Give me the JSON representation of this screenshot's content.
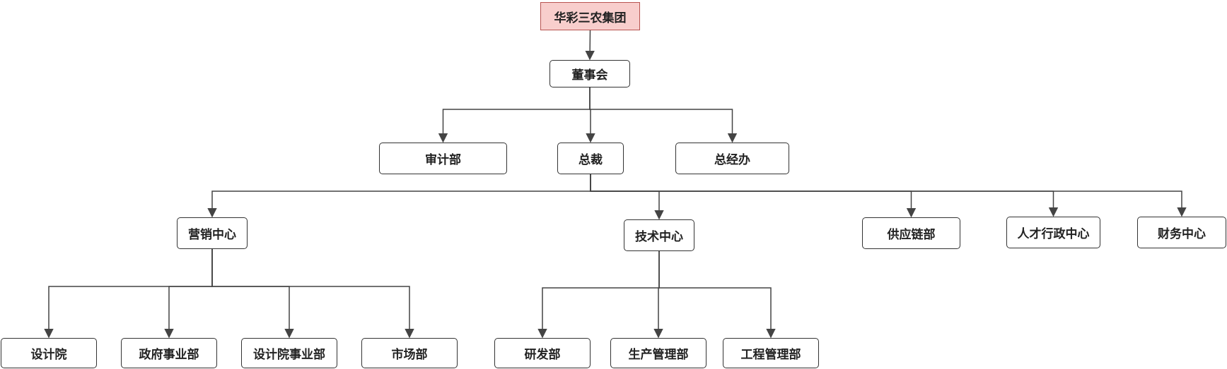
{
  "colors": {
    "root_fill": "#f8cecc",
    "root_border": "#b85450",
    "node_border": "#333333",
    "line": "#444444"
  },
  "nodes": {
    "group": "华彩三农集团",
    "board": "董事会",
    "audit": "审计部",
    "ceo": "总裁",
    "gm_office": "总经办",
    "marketing": "营销中心",
    "tech": "技术中心",
    "supply": "供应链部",
    "hr_admin": "人才行政中心",
    "finance": "财务中心",
    "design_inst": "设计院",
    "gov_biz": "政府事业部",
    "design_biz": "设计院事业部",
    "market": "市场部",
    "rd": "研发部",
    "production": "生产管理部",
    "engineering": "工程管理部"
  },
  "edges": [
    [
      "group",
      "board"
    ],
    [
      "board",
      "audit"
    ],
    [
      "board",
      "ceo"
    ],
    [
      "board",
      "gm_office"
    ],
    [
      "ceo",
      "marketing"
    ],
    [
      "ceo",
      "tech"
    ],
    [
      "ceo",
      "supply"
    ],
    [
      "ceo",
      "hr_admin"
    ],
    [
      "ceo",
      "finance"
    ],
    [
      "marketing",
      "design_inst"
    ],
    [
      "marketing",
      "gov_biz"
    ],
    [
      "marketing",
      "design_biz"
    ],
    [
      "marketing",
      "market"
    ],
    [
      "tech",
      "rd"
    ],
    [
      "tech",
      "production"
    ],
    [
      "tech",
      "engineering"
    ]
  ]
}
